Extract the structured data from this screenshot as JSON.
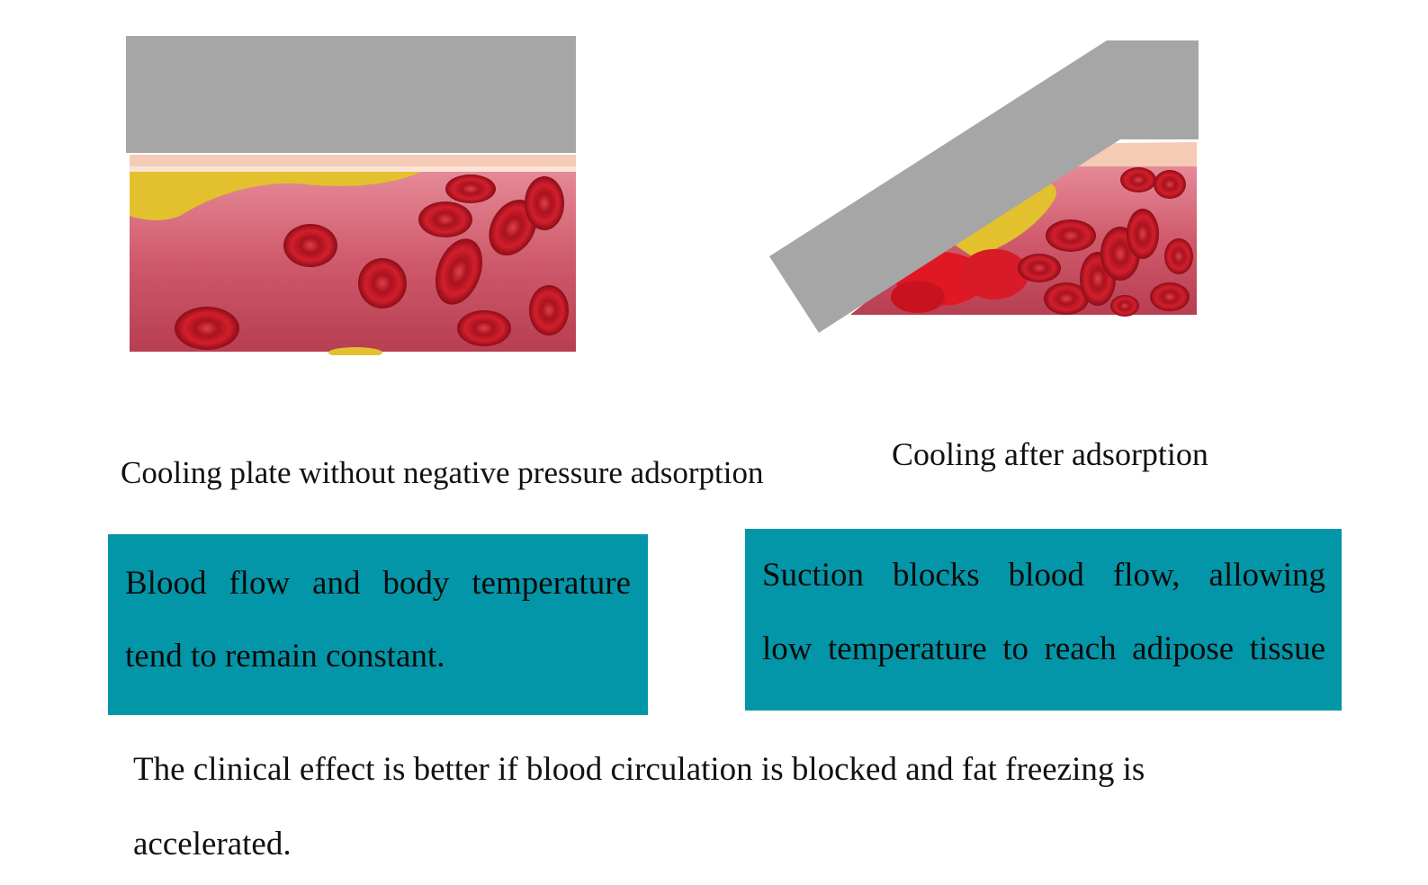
{
  "colors": {
    "plate": "#a6a6a6",
    "box_fill": "#0396a8",
    "blood_vessel": "#c94b5d",
    "fat": "#e3c02e",
    "skin": "#f6cbb6"
  },
  "left_panel": {
    "caption": "Cooling plate without negative pressure adsorption",
    "box_lines": [
      "Blood flow and body temperature",
      "tend to remain constant."
    ]
  },
  "right_panel": {
    "caption": "Cooling after adsorption",
    "box_lines": [
      "Suction blocks blood flow, allowing",
      "low temperature to reach adipose tissue"
    ]
  },
  "conclusion_lines": [
    "The clinical effect is better if blood circulation is blocked and fat freezing is",
    "accelerated."
  ]
}
